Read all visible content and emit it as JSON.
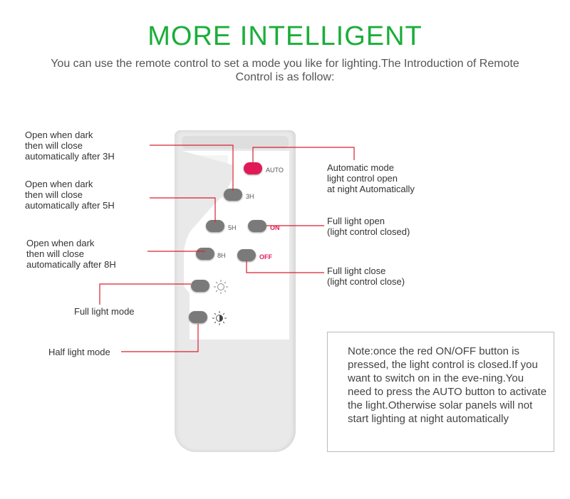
{
  "header": {
    "title": "MORE INTELLIGENT",
    "subtitle": "You can use the remote control to set a mode you like  for lighting.The Introduction of Remote Control is as follow:"
  },
  "remote": {
    "buttons": {
      "auto": "AUTO",
      "h3": "3H",
      "h5": "5H",
      "on": "ON",
      "h8": "8H",
      "off": "OFF"
    }
  },
  "annotations": {
    "open_3h": "Open when dark\nthen will close\nautomatically after 3H",
    "open_5h": "Open when dark\nthen will close\nautomatically after 5H",
    "open_8h": "Open when dark\nthen will close\nautomatically after 8H",
    "full_light_mode": "Full light mode",
    "half_light_mode": "Half light mode",
    "auto_mode": "Automatic mode\nlight control  open\nat night Automatically",
    "full_light_open": "Full light open\n(light control closed)",
    "full_light_close": "Full light close\n(light control close)"
  },
  "note": "Note:once the red ON/OFF button is pressed, the light control is closed.If you want to switch on in the eve-ning.You need to press the AUTO button to activate the light.Otherwise solar panels will not start lighting at night automatically",
  "colors": {
    "title": "#1aae3a",
    "line": "#d92030",
    "accent_red": "#e11a57",
    "button_gray": "#7a7a7a"
  },
  "icons": [
    "sun-icon",
    "half-sun-icon"
  ]
}
